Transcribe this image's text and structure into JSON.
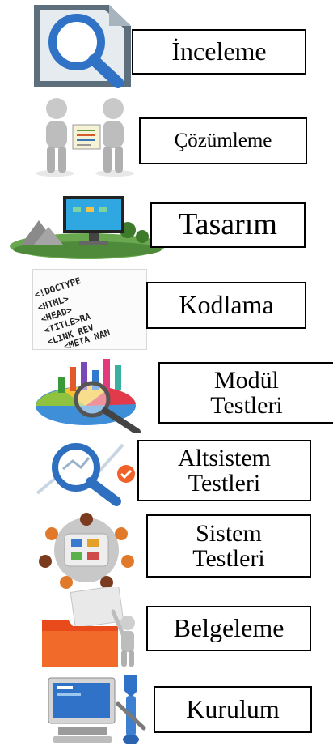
{
  "steps": [
    {
      "label": "İnceleme",
      "icon": "magnifier-document-icon"
    },
    {
      "label": "Çözümleme",
      "icon": "people-analysis-icon"
    },
    {
      "label": "Tasarım",
      "icon": "design-monitor-icon"
    },
    {
      "label": "Kodlama",
      "icon": "html-code-icon"
    },
    {
      "label": "Modül\nTestleri",
      "icon": "chart-magnifier-icon"
    },
    {
      "label": "Altsistem\nTestleri",
      "icon": "analytics-magnifier-icon"
    },
    {
      "label": "Sistem\nTestleri",
      "icon": "team-meeting-icon"
    },
    {
      "label": "Belgeleme",
      "icon": "folder-person-icon"
    },
    {
      "label": "Kurulum",
      "icon": "computer-tools-icon"
    }
  ]
}
